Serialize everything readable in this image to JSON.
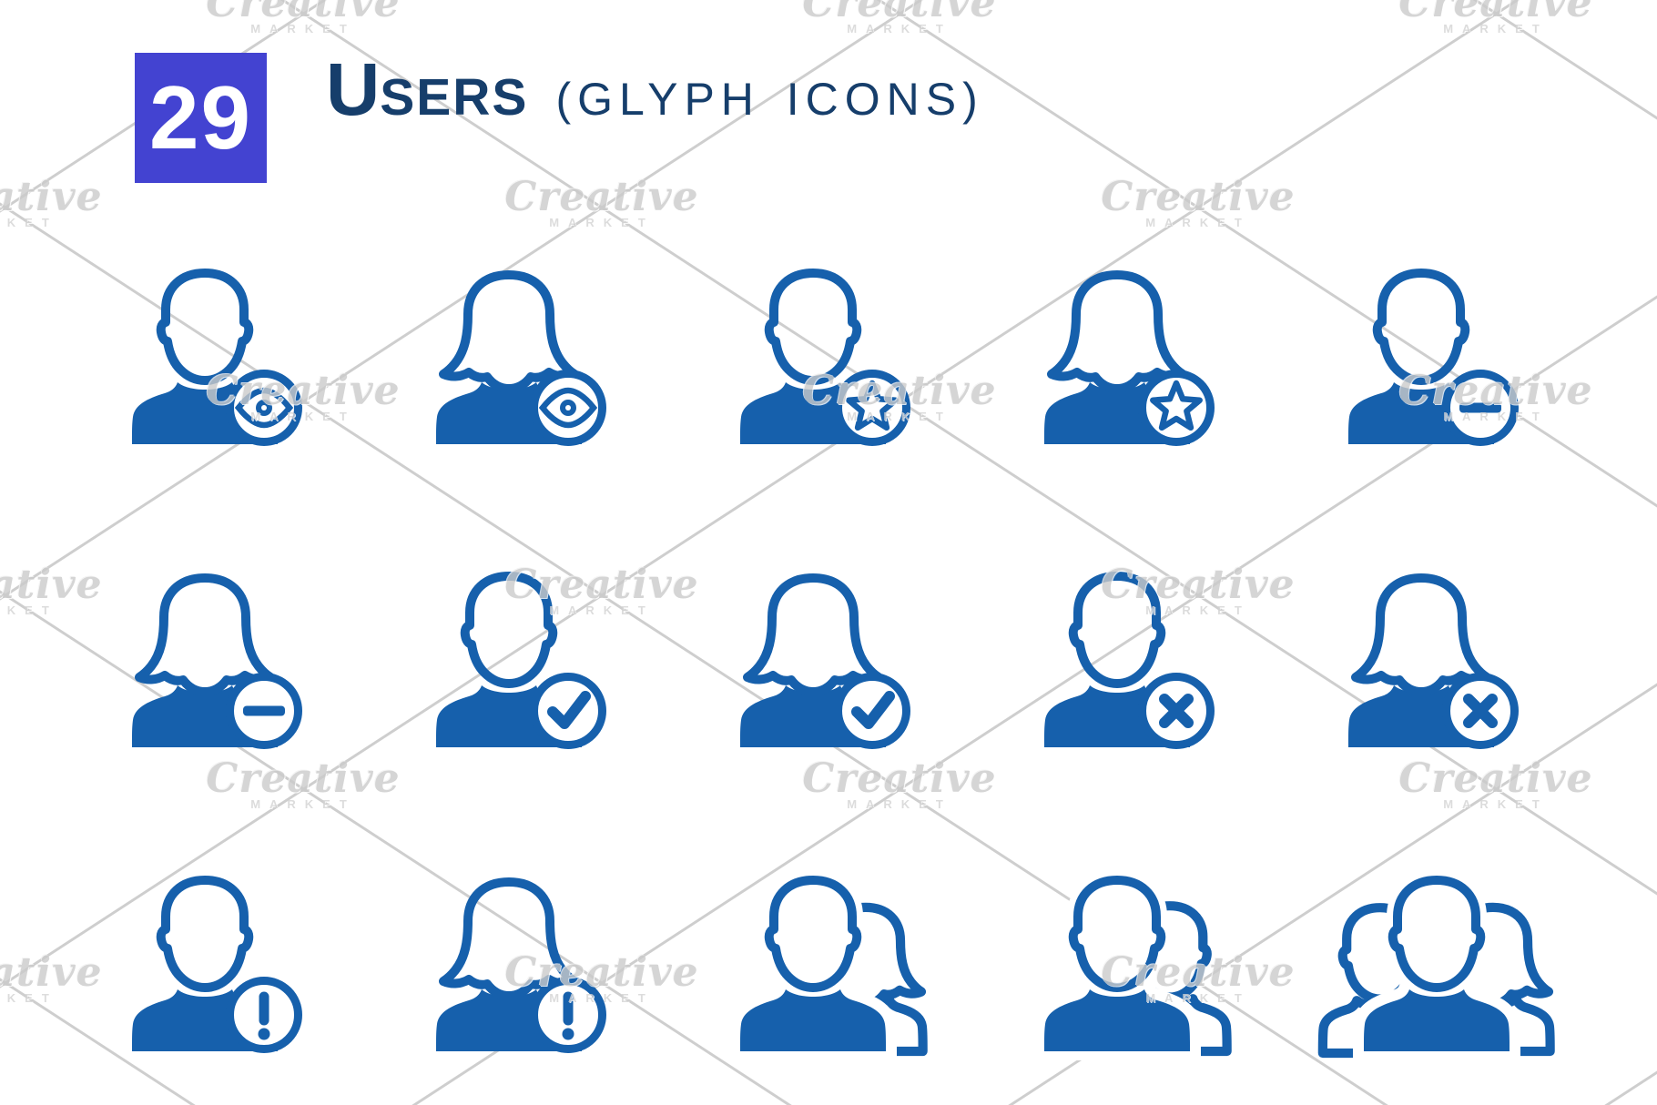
{
  "badge": {
    "count": "29"
  },
  "title": {
    "initial": "U",
    "rest": "SERS",
    "sub": "(GLYPH ICONS)"
  },
  "watermark": {
    "word1": "Creative",
    "word2": "MARKET"
  },
  "colors": {
    "icon_blue": "#1660AC",
    "title_navy": "#163E6B",
    "square_indigo": "#4343D1",
    "watermark_text_gray": "#CBCBCB",
    "watermark_line_gray": "#A6A6A6",
    "background": "#FFFFFF"
  },
  "icons": [
    {
      "label": "user-male-view",
      "type": "single",
      "gender": "m",
      "badge": "eye",
      "row": 0,
      "col": 0
    },
    {
      "label": "user-female-view",
      "type": "single",
      "gender": "f",
      "badge": "eye",
      "row": 0,
      "col": 1
    },
    {
      "label": "user-male-favorite",
      "type": "single",
      "gender": "m",
      "badge": "star",
      "row": 0,
      "col": 2
    },
    {
      "label": "user-female-favorite",
      "type": "single",
      "gender": "f",
      "badge": "star",
      "row": 0,
      "col": 3
    },
    {
      "label": "user-male-remove",
      "type": "single",
      "gender": "m",
      "badge": "minus",
      "row": 0,
      "col": 4
    },
    {
      "label": "user-female-remove",
      "type": "single",
      "gender": "f",
      "badge": "minus",
      "row": 1,
      "col": 0
    },
    {
      "label": "user-male-approve",
      "type": "single",
      "gender": "m",
      "badge": "check",
      "row": 1,
      "col": 1
    },
    {
      "label": "user-female-approve",
      "type": "single",
      "gender": "f",
      "badge": "check",
      "row": 1,
      "col": 2
    },
    {
      "label": "user-male-delete",
      "type": "single",
      "gender": "m",
      "badge": "cross",
      "row": 1,
      "col": 3
    },
    {
      "label": "user-female-delete",
      "type": "single",
      "gender": "f",
      "badge": "cross",
      "row": 1,
      "col": 4
    },
    {
      "label": "user-male-alert",
      "type": "single",
      "gender": "m",
      "badge": "excl",
      "row": 2,
      "col": 0
    },
    {
      "label": "user-female-alert",
      "type": "single",
      "gender": "f",
      "badge": "excl",
      "row": 2,
      "col": 1
    },
    {
      "label": "users-male-female",
      "type": "group2",
      "back": "f",
      "row": 2,
      "col": 2
    },
    {
      "label": "users-two-male",
      "type": "group2",
      "back": "m",
      "row": 2,
      "col": 3
    },
    {
      "label": "users-group-three",
      "type": "group3",
      "row": 2,
      "col": 4
    }
  ]
}
